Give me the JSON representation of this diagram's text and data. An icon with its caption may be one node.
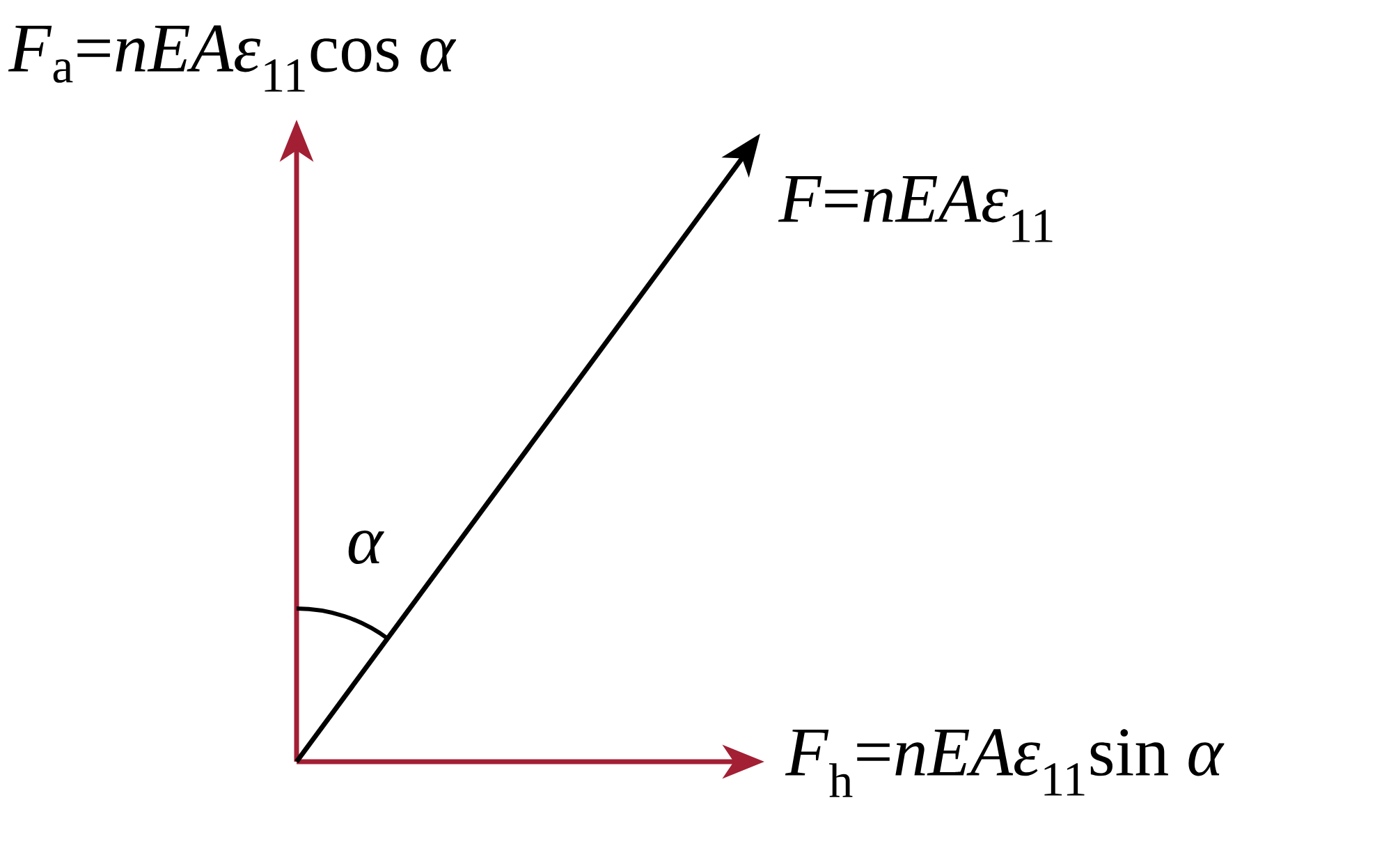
{
  "diagram": {
    "labels": [
      "*F*$_{a}$=*nEAε*$_{11}$cos *α*",
      "*F*=*nEAε*$_{11}$",
      "α",
      "*F*$_{h}$=*nEAε*$_{11}$sin *α*"
    ]
  }
}
